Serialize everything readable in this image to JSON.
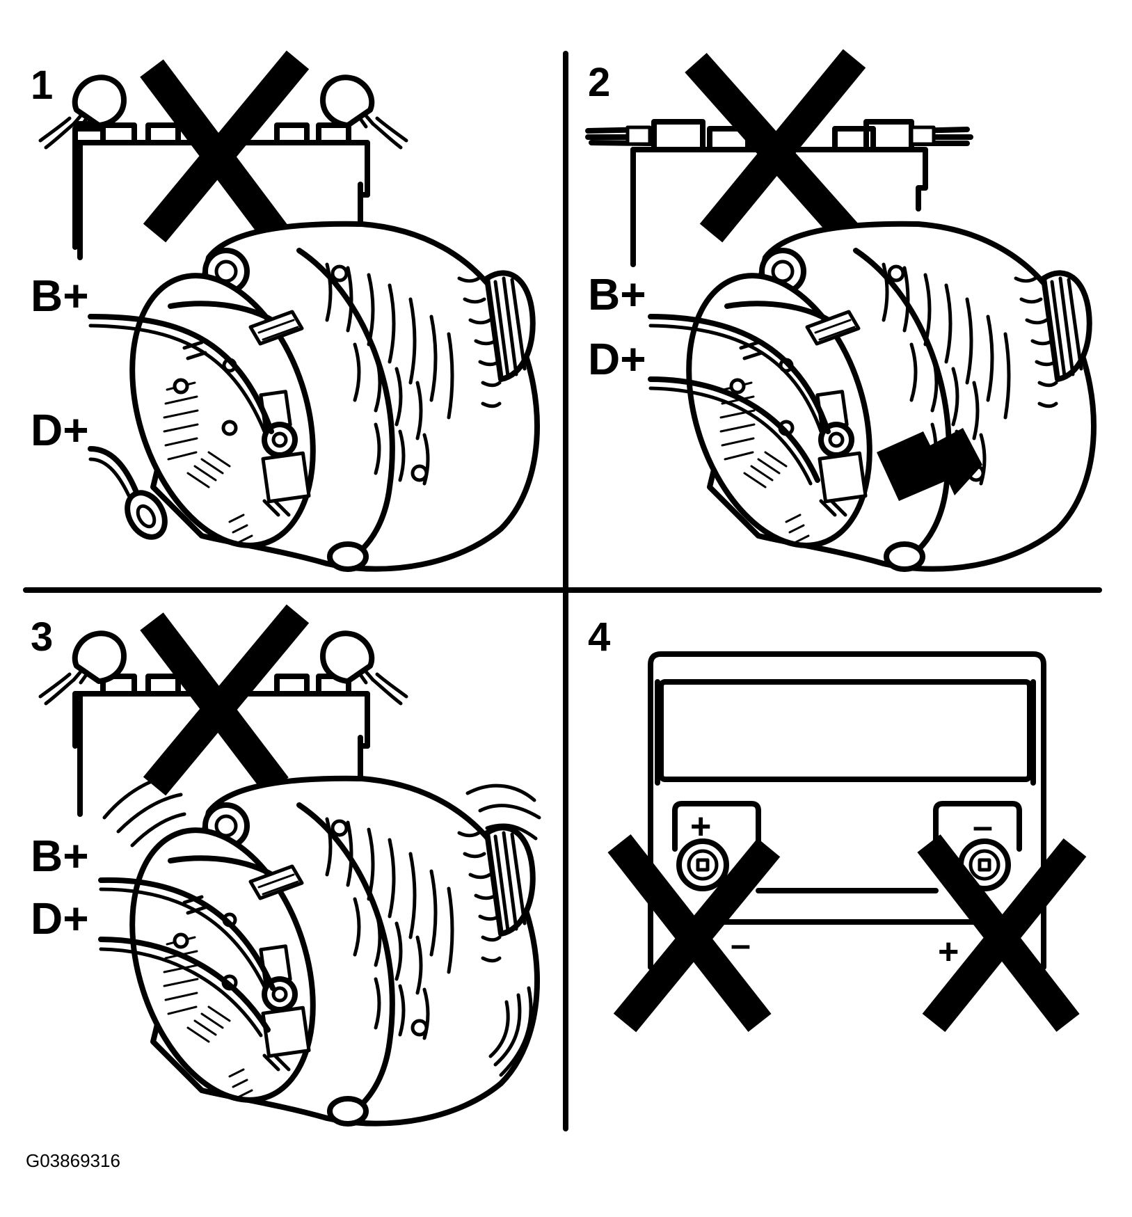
{
  "panels": [
    {
      "number": "1",
      "terminal_labels": [
        "B+",
        "D+"
      ]
    },
    {
      "number": "2",
      "terminal_labels": [
        "B+",
        "D+"
      ]
    },
    {
      "number": "3",
      "terminal_labels": [
        "B+",
        "D+"
      ]
    },
    {
      "number": "4",
      "polarity_labels": {
        "top_left": "+",
        "top_right": "–",
        "bottom_left": "–",
        "bottom_right": "+"
      }
    }
  ],
  "figure_code": "G03869316",
  "colors": {
    "ink": "#000000",
    "paper": "#ffffff"
  },
  "icons": [
    "battery-icon",
    "battery-cable-clamp-icon",
    "alternator-icon",
    "prohibited-cross-icon",
    "arrow-icon",
    "vibration-lines-icon",
    "battery-charger-icon"
  ]
}
